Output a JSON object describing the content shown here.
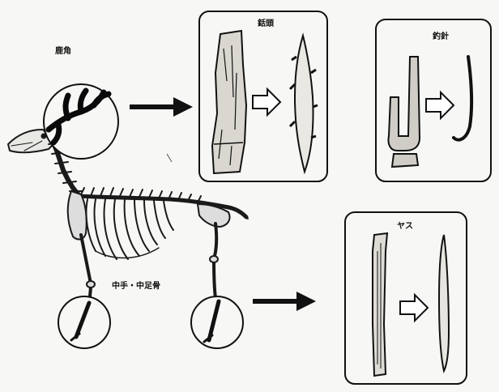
{
  "labels": {
    "antler": "鹿角",
    "harpoon": "銛頭",
    "fishhook": "釣針",
    "spear": "ヤス",
    "metapodial": "中手・中足骨"
  }
}
